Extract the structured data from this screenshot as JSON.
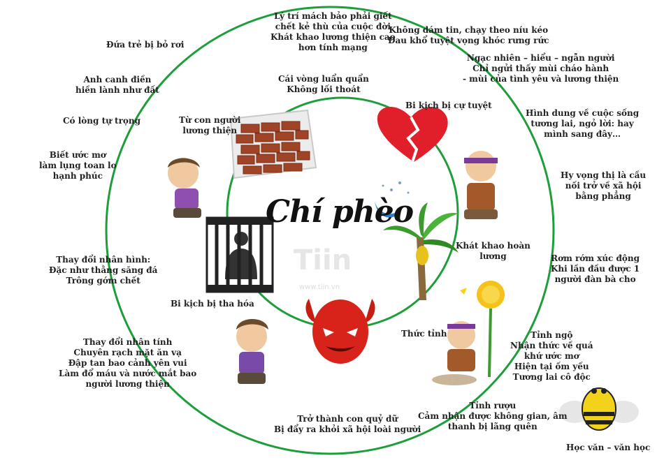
{
  "title": "Chí phèo",
  "watermark": {
    "brand": "Tiin",
    "url": "www.tiin.vn"
  },
  "credit": "Học văn – văn học",
  "colors": {
    "ring": "#1e9e3a",
    "heart": "#e01f2b",
    "devil": "#d8231a",
    "brick": "#a04428",
    "bee": "#f2d21a"
  },
  "labels": {
    "forsaken": "Đứa trẻ bị bỏ rơi",
    "farmhand": "Anh canh điền\nhiền lành như đất",
    "selfrespect": "Có lòng tự trọng",
    "dream": "Biết ước mơ\nlàm lụng toan lo\nhạnh phúc",
    "goodman": "Từ con người\nlương thiện",
    "viciouscircle": "Cái vòng luẩn quẩn\nKhông lối thoát",
    "reason": "Lý trí mách bảo phải giết\nchết kẻ thù của cuộc đời\nKhát khao lương thiện cao\nhơn tính mạng",
    "notbelieve": "Không dám tin, chạy theo níu kéo\nĐau khổ tuyệt vọng khóc rưng rức",
    "surprise": "Ngạc nhiên – hiểu – ngẫn người\nChỉ ngửi thấy mùi cháo hành\n- mùi của tình yêu và lương thiện",
    "rejected": "Bi kịch bị cự tuyệt",
    "imagine": "Hình dung về cuộc sống\ntương lai, ngỏ lời: hay\nmình sang đây…",
    "hope": "Hy vọng thị là cầu\nnối trở về xã hội\nbằng phẳng",
    "longing": "Khát khao hoàn\nlương",
    "moved": "Rơm rớm xúc động\nKhi lần đầu được 1\nngười đàn bà cho",
    "appearance": "Thay đổi nhân hình:\nĐặc như thằng săng đá\nTrông gớm chết",
    "degraded": "Bi kịch bị tha hóa",
    "personality": "Thay đổi nhân tính\nChuyên rạch mặt ăn vạ\nĐập tan bao cảnh yên vui\nLàm đổ máu và nước mắt bao\nngười lương thiện",
    "awaken": "Thức tỉnh",
    "sober": "Tỉnh ngộ\nNhận thức về quá\nkhứ ước mơ\nHiện tại ốm yếu\nTương lai cô độc",
    "drunk": "Tỉnh rượu\nCảm nhận được không gian, âm\nthanh bị lãng quên",
    "devil": "Trở thành con quỷ dữ\nBị đẩy ra khỏi xã hội loài người"
  }
}
